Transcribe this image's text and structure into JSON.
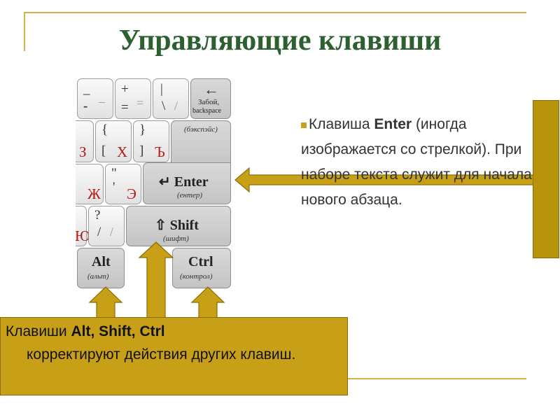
{
  "title": "Управляющие клавиши",
  "keyboard": {
    "backspace_key": {
      "arrow": "←",
      "label": "Забой,",
      "sublabel": "backspace",
      "note": "(бэкспэйс)"
    },
    "enter_key": {
      "label": "↵ Enter",
      "note": "(ентер)"
    },
    "shift_key": {
      "label": "⇧ Shift",
      "note": "(шифт)"
    },
    "alt_key": {
      "label": "Alt",
      "note": "(альт)"
    },
    "ctrl_key": {
      "label": "Ctrl",
      "note": "(контрол)"
    },
    "minus_key": {
      "top": "_",
      "bottom": "-"
    },
    "plus_key": {
      "top": "+",
      "bottom": "="
    },
    "backslash_key": {
      "top": "|",
      "bottom": "\\"
    },
    "brace_open_key": {
      "top": "{",
      "ru": "Х",
      "bottom": "["
    },
    "brace_close_key": {
      "top": "}",
      "ru": "Ъ",
      "bottom": "]"
    },
    "quote_key": {
      "top": "\"",
      "ru": "Э",
      "bottom": "'"
    },
    "question_key": {
      "top": "?",
      "bottom": "/"
    },
    "left_partial": {
      "z_char": "З",
      "zh_char": "Ж",
      "yu_char": "Ю"
    }
  },
  "enter_description": {
    "prefix": "Клавиша ",
    "key_name": "Enter",
    "rest": " (иногда изображается со стрелкой). При наборе текста служит для начала нового абзаца."
  },
  "modifiers_description": {
    "prefix": "Клавиши ",
    "keys": "Alt, Shift, Ctrl",
    "rest": "корректируют действия других клавиш."
  },
  "colors": {
    "title": "#2d6030",
    "accent": "#c8a018",
    "accent_dark": "#b8940e",
    "line": "#d4b24a",
    "cyrillic_red": "#b21a1a"
  }
}
